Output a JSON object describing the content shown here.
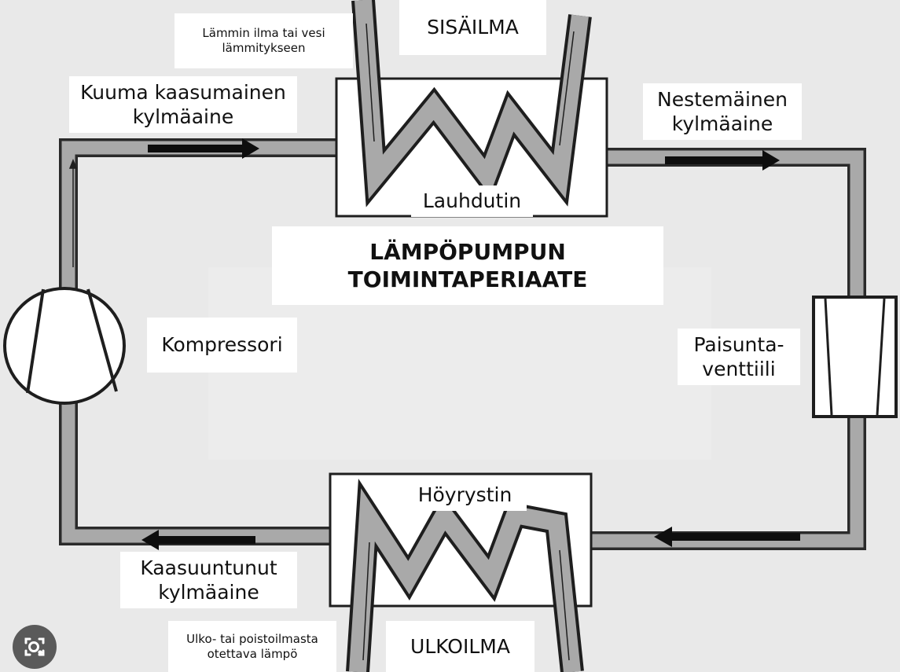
{
  "labels": {
    "warm_output": "Lämmin ilma tai vesi\nlämmitykseen",
    "indoor": "SISÄILMA",
    "hot_gas": "Kuuma kaasumainen\nkylmäaine",
    "liquid": "Nestemäinen\nkylmäaine",
    "condenser": "Lauhdutin",
    "title": "LÄMPÖPUMPUN\nTOIMINTAPERIAATE",
    "compressor": "Kompressori",
    "expansion_valve": "Paisunta-\nventtiili",
    "evaporator": "Höyrystin",
    "vapor": "Kaasuuntunut\nkylmäaine",
    "heat_source": "Ulko- tai poistoilmasta\notettava lämpö",
    "outdoor": "ULKOILMA"
  },
  "icons": {
    "lens": "image-search-icon"
  },
  "colors": {
    "pipe": "#a9a9a9",
    "outline": "#1e1e1e",
    "arrow": "#0e0e0e",
    "label_bg": "#ffffff",
    "background": "#e9e9e9"
  }
}
